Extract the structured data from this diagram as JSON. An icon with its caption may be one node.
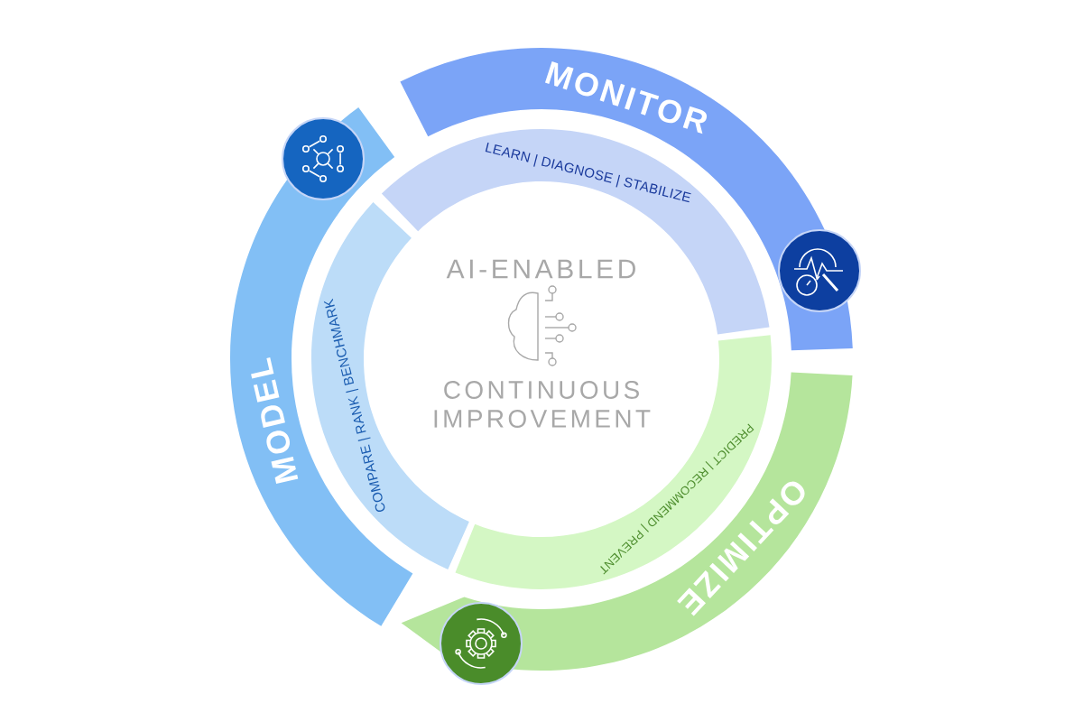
{
  "diagram": {
    "nodes": [
      {
        "text": [
          "MONITOR"
        ]
      },
      {
        "text": [
          "LEARN | DIAGNOSE | STABILIZE"
        ]
      },
      {
        "text": [
          "OPTIMIZE"
        ]
      },
      {
        "text": [
          "PREDICT | RECOMMEND | PREVENT"
        ]
      },
      {
        "text": [
          "MODEL"
        ]
      },
      {
        "text": [
          "COMPARE | RANK | BENCHMARK"
        ]
      }
    ],
    "labels": [
      "AI-ENABLED",
      "CONTINUOUS IMPROVEMENT"
    ]
  }
}
